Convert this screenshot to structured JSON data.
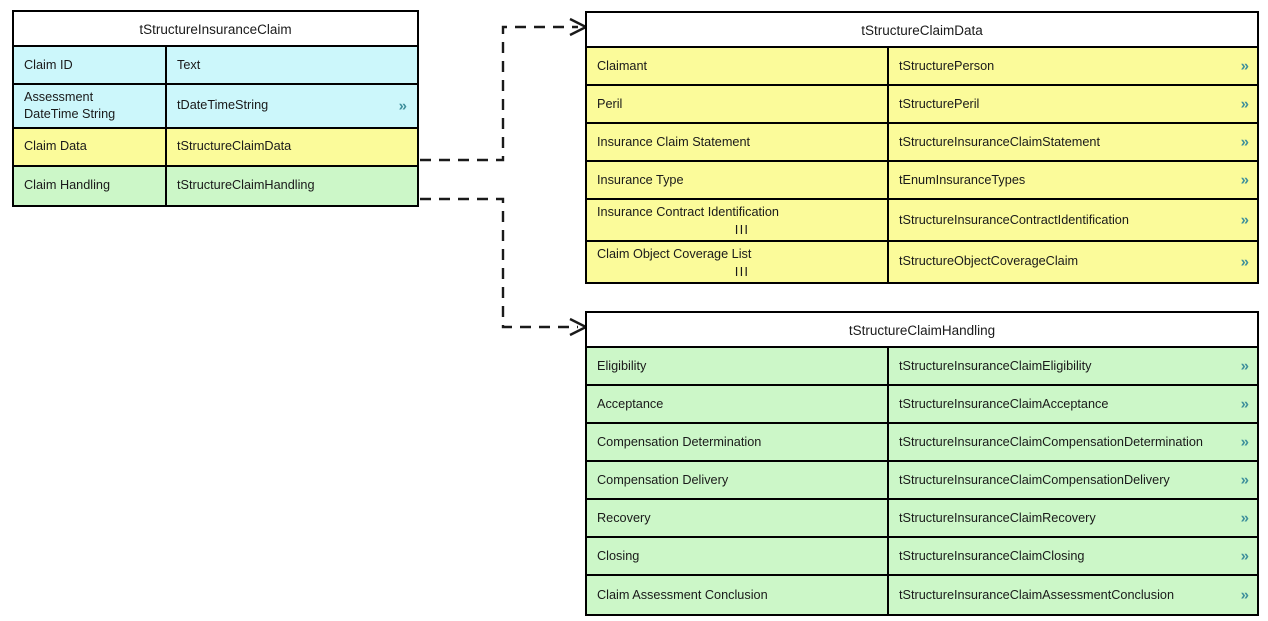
{
  "diagram": {
    "title": "tStructureInsuranceClaim structure diagram",
    "colors": {
      "cyan_fill": "#ccf7fb",
      "yellow_fill": "#fbfb9a",
      "green_fill": "#ccf7c8",
      "white_fill": "#ffffff",
      "border": "#000000",
      "chevron": "#3d8f9b",
      "text": "#1a1a1a"
    },
    "icons": {
      "expand_chevron": "»",
      "list_marker": "III"
    }
  },
  "boxes": {
    "insurance_claim": {
      "title": "tStructureInsuranceClaim",
      "rows": [
        {
          "name": "Claim ID",
          "type": "Text",
          "fill": "cyan",
          "chevron": false,
          "multi": false
        },
        {
          "name": "Assessment\nDateTime String",
          "type": "tDateTimeString",
          "fill": "cyan",
          "chevron": true,
          "multi": false
        },
        {
          "name": "Claim Data",
          "type": "tStructureClaimData",
          "fill": "yellow",
          "chevron": false,
          "multi": false
        },
        {
          "name": "Claim Handling",
          "type": "tStructureClaimHandling",
          "fill": "green",
          "chevron": false,
          "multi": false
        }
      ]
    },
    "claim_data": {
      "title": "tStructureClaimData",
      "rows": [
        {
          "name": "Claimant",
          "type": "tStructurePerson",
          "fill": "yellow",
          "chevron": true,
          "multi": false
        },
        {
          "name": "Peril",
          "type": "tStructurePeril",
          "fill": "yellow",
          "chevron": true,
          "multi": false
        },
        {
          "name": "Insurance Claim Statement",
          "type": "tStructureInsuranceClaimStatement",
          "fill": "yellow",
          "chevron": true,
          "multi": false
        },
        {
          "name": "Insurance Type",
          "type": "tEnumInsuranceTypes",
          "fill": "yellow",
          "chevron": true,
          "multi": false
        },
        {
          "name": "Insurance Contract Identification",
          "type": "tStructureInsuranceContractIdentification",
          "fill": "yellow",
          "chevron": true,
          "multi": true
        },
        {
          "name": "Claim Object Coverage List",
          "type": "tStructureObjectCoverageClaim",
          "fill": "yellow",
          "chevron": true,
          "multi": true
        }
      ]
    },
    "claim_handling": {
      "title": "tStructureClaimHandling",
      "rows": [
        {
          "name": "Eligibility",
          "type": "tStructureInsuranceClaimEligibility",
          "fill": "green",
          "chevron": true,
          "multi": false
        },
        {
          "name": "Acceptance",
          "type": "tStructureInsuranceClaimAcceptance",
          "fill": "green",
          "chevron": true,
          "multi": false
        },
        {
          "name": "Compensation Determination",
          "type": "tStructureInsuranceClaimCompensationDetermination",
          "fill": "green",
          "chevron": true,
          "multi": false
        },
        {
          "name": "Compensation Delivery",
          "type": "tStructureInsuranceClaimCompensationDelivery",
          "fill": "green",
          "chevron": true,
          "multi": false
        },
        {
          "name": "Recovery",
          "type": "tStructureInsuranceClaimRecovery",
          "fill": "green",
          "chevron": true,
          "multi": false
        },
        {
          "name": "Closing",
          "type": "tStructureInsuranceClaimClosing",
          "fill": "green",
          "chevron": true,
          "multi": false
        },
        {
          "name": "Claim Assessment Conclusion",
          "type": "tStructureInsuranceClaimAssessmentConclusion",
          "fill": "green",
          "chevron": true,
          "multi": false
        }
      ]
    }
  },
  "connectors": [
    {
      "from": "insurance_claim.Claim Data",
      "to": "claim_data",
      "style": "dashed-arrow"
    },
    {
      "from": "insurance_claim.Claim Handling",
      "to": "claim_handling",
      "style": "dashed-arrow"
    }
  ]
}
